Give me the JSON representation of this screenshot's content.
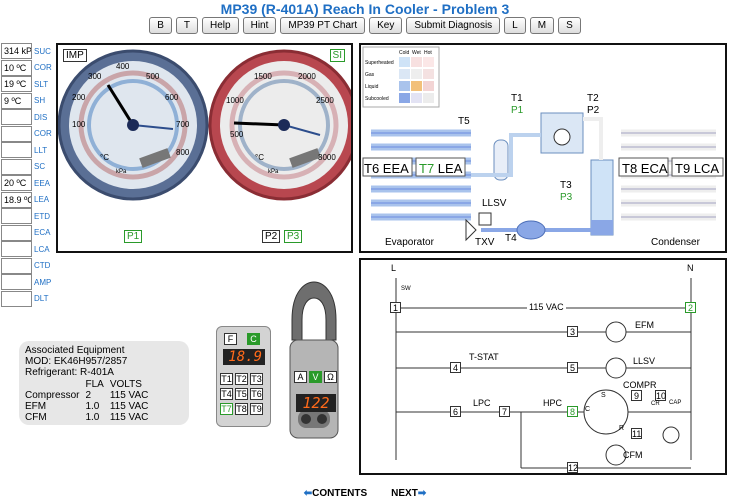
{
  "title": "MP39 (R-401A) Reach In Cooler - Problem 3",
  "toolbar": [
    "B",
    "T",
    "Help",
    "Hint",
    "MP39 PT Chart",
    "Key",
    "Submit Diagnosis",
    "L",
    "M",
    "S"
  ],
  "side": [
    {
      "value": "314 kP",
      "label": "SUC"
    },
    {
      "value": "10 ºC",
      "label": "COR"
    },
    {
      "value": "19 ºC",
      "label": "SLT"
    },
    {
      "value": "9 ºC",
      "label": "SH"
    },
    {
      "value": "",
      "label": "DIS"
    },
    {
      "value": "",
      "label": "COR"
    },
    {
      "value": "",
      "label": "LLT"
    },
    {
      "value": "",
      "label": "SC"
    },
    {
      "value": "20 ºC",
      "label": "EEA"
    },
    {
      "value": "18.9 ºC",
      "label": "LEA"
    },
    {
      "value": "",
      "label": "ETD"
    },
    {
      "value": "",
      "label": "ECA"
    },
    {
      "value": "",
      "label": "LCA"
    },
    {
      "value": "",
      "label": "CTD"
    },
    {
      "value": "",
      "label": "AMP"
    },
    {
      "value": "",
      "label": "DLT"
    }
  ],
  "gauges": {
    "imp": "IMP",
    "si": "SI",
    "p1": "P1",
    "p2": "P2",
    "p3": "P3",
    "low_unit1": "°C",
    "low_unit2": "kPa",
    "high_unit1": "°C",
    "high_unit2": "kPa",
    "low_ticks": [
      "100",
      "200",
      "300",
      "400",
      "500",
      "600",
      "700",
      "800"
    ],
    "high_ticks": [
      "500",
      "1000",
      "1500",
      "2000",
      "2500",
      "3000"
    ]
  },
  "legend": {
    "cols": [
      "Cold",
      "Wet",
      "Hot"
    ],
    "rows": [
      "Superheated",
      "Gas",
      "Liquid",
      "Subcooled"
    ]
  },
  "refrig": {
    "T1": "T1",
    "T2": "T2",
    "P1": "P1",
    "P2": "P2",
    "T3": "T3",
    "P3": "P3",
    "T5": "T5",
    "T4": "T4",
    "T6": "T6",
    "EEA": "EEA",
    "T7": "T7",
    "LEA": "LEA",
    "T8": "T8",
    "ECA": "ECA",
    "T9": "T9",
    "LCA": "LCA",
    "llsv": "LLSV",
    "evaporator": "Evaporator",
    "txv": "TXV",
    "condenser": "Condenser"
  },
  "wiring": {
    "L": "L",
    "N": "N",
    "sw": "SW",
    "vac": "115 VAC",
    "efm": "EFM",
    "llsv": "LLSV",
    "tstat": "T-STAT",
    "compr": "COMPR",
    "lpc": "LPC",
    "hpc": "HPC",
    "cfm": "CFM",
    "cap": "CAP",
    "cr": "CR",
    "s": "S",
    "c": "C",
    "r": "R",
    "n1": "1",
    "n2": "2",
    "n3": "3",
    "n4": "4",
    "n5": "5",
    "n6": "6",
    "n7": "7",
    "n8": "8",
    "n9": "9",
    "n10": "10",
    "n11": "11",
    "n12": "12"
  },
  "equipment": {
    "heading": "Associated Equipment",
    "mod": "MOD:   EK46H957/2857",
    "refrigerant": "Refrigerant: R-401A",
    "cols": [
      "",
      "FLA",
      "VOLTS"
    ],
    "rows": [
      [
        "Compressor",
        "2",
        "115 VAC"
      ],
      [
        "EFM",
        "1.0",
        "115 VAC"
      ],
      [
        "CFM",
        "1.0",
        "115 VAC"
      ]
    ]
  },
  "meter_thermo": {
    "f": "F",
    "c": "C",
    "reading": "18.9",
    "keys": [
      "T1",
      "T2",
      "T3",
      "T4",
      "T5",
      "T6",
      "T7",
      "T8",
      "T9"
    ]
  },
  "meter_clamp": {
    "a": "A",
    "v": "V",
    "ohm": "Ω",
    "reading": "122"
  },
  "nav": {
    "contents": "CONTENTS",
    "next": "NEXT"
  },
  "colors": {
    "accent": "#1f6fc4",
    "green": "#2a9a2a",
    "low_gauge": "#4a6fa8",
    "high_gauge": "#b8474f"
  }
}
